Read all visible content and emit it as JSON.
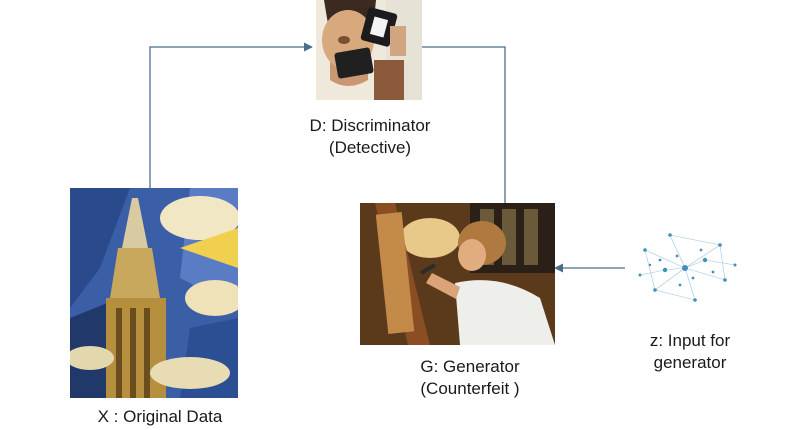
{
  "discriminator": {
    "name_line": "D: Discriminator",
    "role_line": "(Detective)"
  },
  "generator": {
    "name_line": "G: Generator",
    "role_line": "(Counterfeit )"
  },
  "original_data": {
    "label": "X : Original Data"
  },
  "noise_input": {
    "label_line1": "z: Input for",
    "label_line2": "generator"
  },
  "colors": {
    "arrow": "#4a6f8a",
    "background": "#ffffff",
    "text": "#1a1a1a"
  }
}
